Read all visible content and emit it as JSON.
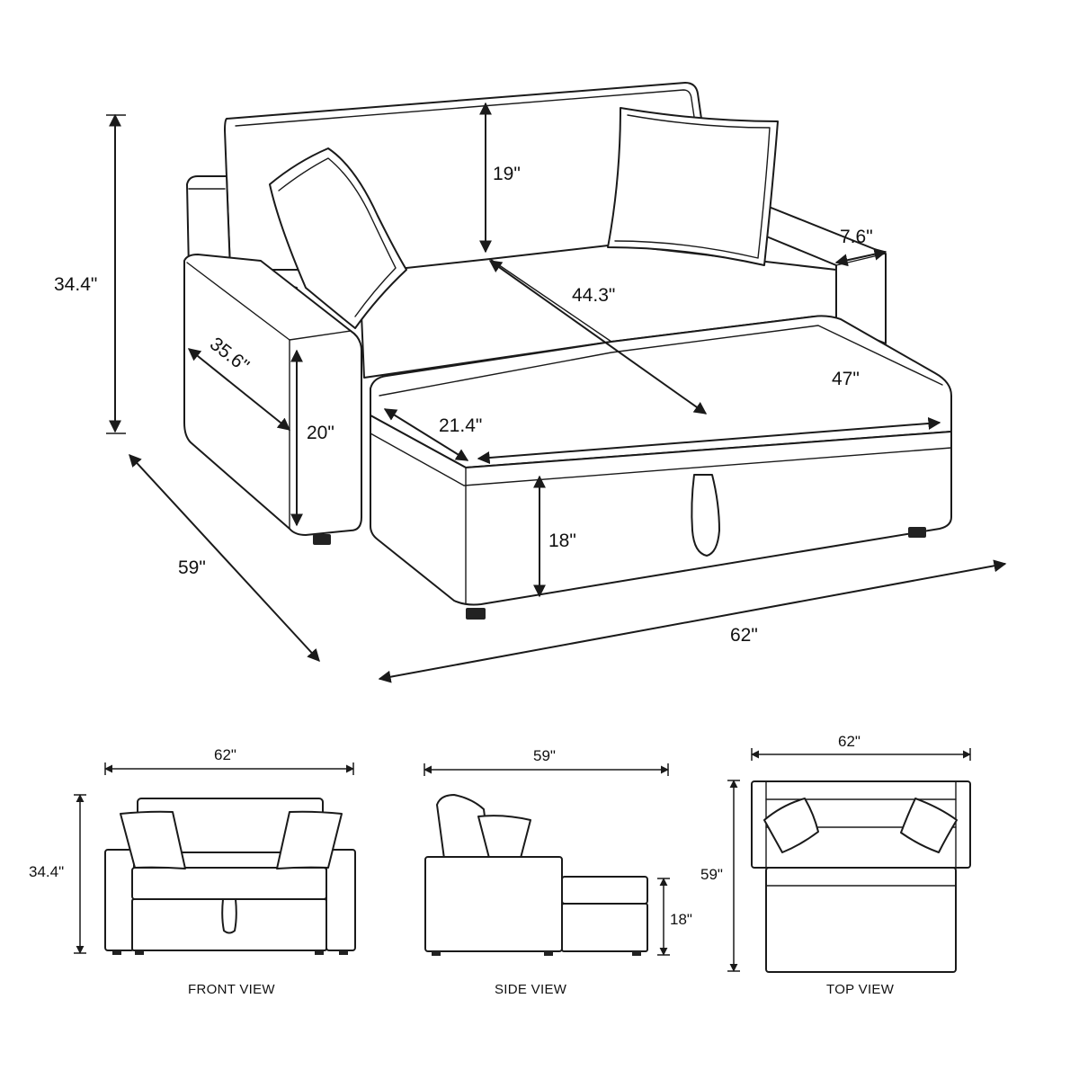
{
  "main_view": {
    "labels": {
      "overall_height": "34.4\"",
      "back_height": "19\"",
      "arm_width": "7.6\"",
      "seat_width": "44.3\"",
      "arm_length": "35.6\"",
      "arm_height": "20\"",
      "chaise_depth": "21.4\"",
      "chaise_width": "47\"",
      "seat_height": "18\"",
      "overall_depth": "59\"",
      "overall_width": "62\""
    }
  },
  "front_view": {
    "caption": "FRONT VIEW",
    "width_label": "62\"",
    "height_label": "34.4\""
  },
  "side_view": {
    "caption": "SIDE VIEW",
    "depth_label": "59\"",
    "seat_height_label": "18\""
  },
  "top_view": {
    "caption": "TOP VIEW",
    "width_label": "62\"",
    "depth_label": "59\""
  }
}
